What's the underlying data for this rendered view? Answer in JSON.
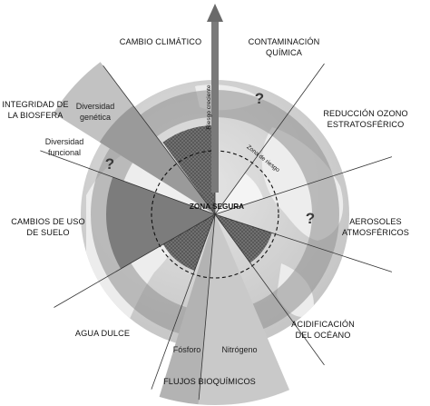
{
  "boundaries": {
    "climate": "CAMBIO CLIMÁTICO",
    "chemical_l1": "CONTAMINACIÓN",
    "chemical_l2": "QUÍMICA",
    "ozone_l1": "REDUCCIÓN OZONO",
    "ozone_l2": "ESTRATOSFÉRICO",
    "aerosols_l1": "AEROSOLES",
    "aerosols_l2": "ATMOSFÉRICOS",
    "ocean_l1": "ACIDIFICACIÓN",
    "ocean_l2": "DEL OCÉANO",
    "biochem": "FLUJOS BIOQUÍMICOS",
    "water": "AGUA DULCE",
    "land_l1": "CAMBIOS DE USO",
    "land_l2": "DE SUELO",
    "biosphere_l1": "INTEGRIDAD DE",
    "biosphere_l2": "LA BIOSFERA"
  },
  "sublabels": {
    "genetic_l1": "Diversidad",
    "genetic_l2": "genética",
    "functional_l1": "Diversidad",
    "functional_l2": "funcional",
    "phosphorus": "Fósforo",
    "nitrogen": "Nitrógeno"
  },
  "annotations": {
    "increasing_risk": "Riesgo creciente",
    "risk_zone": "Zona de riesgo",
    "safe_zone": "ZONA SEGURA",
    "unknown_mark": "?"
  },
  "colors": {
    "globe": "#d2d2d2",
    "land": "#ededed",
    "ring": "#9c9c9c",
    "high_risk": "#5e5e5e",
    "light_wedge": "#c4c4c4",
    "safe_dots": "#b8b8b8"
  }
}
